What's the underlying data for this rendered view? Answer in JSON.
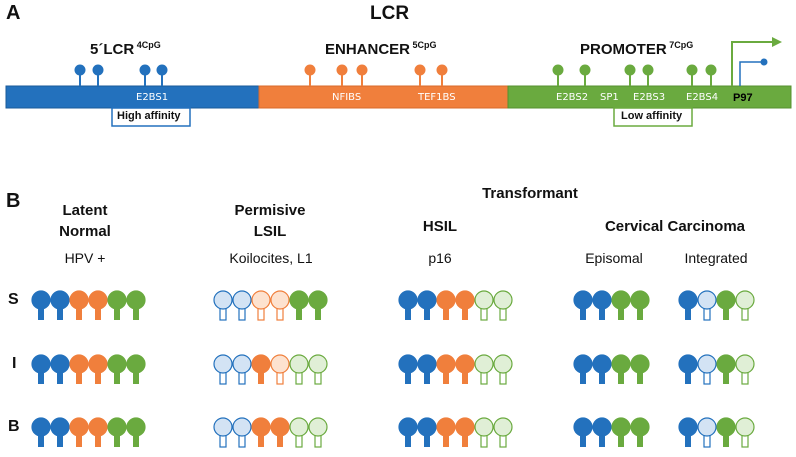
{
  "panel_a": {
    "letter": "A",
    "title": "LCR",
    "regions": {
      "lcr5": {
        "name": "5´LCR",
        "cpg": "4CpG",
        "color": "#2371bd",
        "sites": [
          "E2BS1"
        ],
        "note": "High affinity"
      },
      "enhancer": {
        "name": "ENHANCER",
        "cpg": "5CpG",
        "color": "#f07f3c",
        "sites": [
          "NFIBS",
          "TEF1BS"
        ]
      },
      "promoter": {
        "name": "PROMOTER",
        "cpg": "7CpG",
        "color": "#6aaa3f",
        "sites": [
          "E2BS2",
          "SP1",
          "E2BS3",
          "E2BS4"
        ],
        "note": "Low affinity",
        "p97": "P97"
      }
    }
  },
  "panel_b": {
    "letter": "B",
    "groups": {
      "latent": {
        "title1": "Latent",
        "title2": "Normal",
        "sub": "HPV +"
      },
      "lsil": {
        "title1": "Permisive",
        "title2": "LSIL",
        "sub": "Koilocites, L1"
      },
      "transformant": {
        "header": "Transformant"
      },
      "hsil": {
        "title": "HSIL",
        "sub": "p16"
      },
      "cc": {
        "title": "Cervical Carcinoma",
        "sub1": "Episomal",
        "sub2": "Integrated"
      }
    },
    "rows": [
      "S",
      "I",
      "B"
    ],
    "methylation_states": {
      "note": "F = filled (methylated), O = open (unmethylated); color b=blue, o=orange, g=green",
      "S": {
        "latent": [
          "bF",
          "bF",
          "oF",
          "oF",
          "gF",
          "gF"
        ],
        "lsil": [
          "bO",
          "bO",
          "oO",
          "oO",
          "gF",
          "gF"
        ],
        "hsil": [
          "bF",
          "bF",
          "oF",
          "oF",
          "gO",
          "gO"
        ],
        "episomal": [
          "bF",
          "bF",
          "gF",
          "gF"
        ],
        "integrated": [
          "bF",
          "bO",
          "gF",
          "gO"
        ]
      },
      "I": {
        "latent": [
          "bF",
          "bF",
          "oF",
          "oF",
          "gF",
          "gF"
        ],
        "lsil": [
          "bO",
          "bO",
          "oF",
          "oO",
          "gO",
          "gO"
        ],
        "hsil": [
          "bF",
          "bF",
          "oF",
          "oF",
          "gO",
          "gO"
        ],
        "episomal": [
          "bF",
          "bF",
          "gF",
          "gF"
        ],
        "integrated": [
          "bF",
          "bO",
          "gF",
          "gO"
        ]
      },
      "B": {
        "latent": [
          "bF",
          "bF",
          "oF",
          "oF",
          "gF",
          "gF"
        ],
        "lsil": [
          "bO",
          "bO",
          "oF",
          "oF",
          "gO",
          "gO"
        ],
        "hsil": [
          "bF",
          "bF",
          "oF",
          "oF",
          "gO",
          "gO"
        ],
        "episomal": [
          "bF",
          "bF",
          "gF",
          "gF"
        ],
        "integrated": [
          "bF",
          "bO",
          "gF",
          "gO"
        ]
      }
    }
  }
}
